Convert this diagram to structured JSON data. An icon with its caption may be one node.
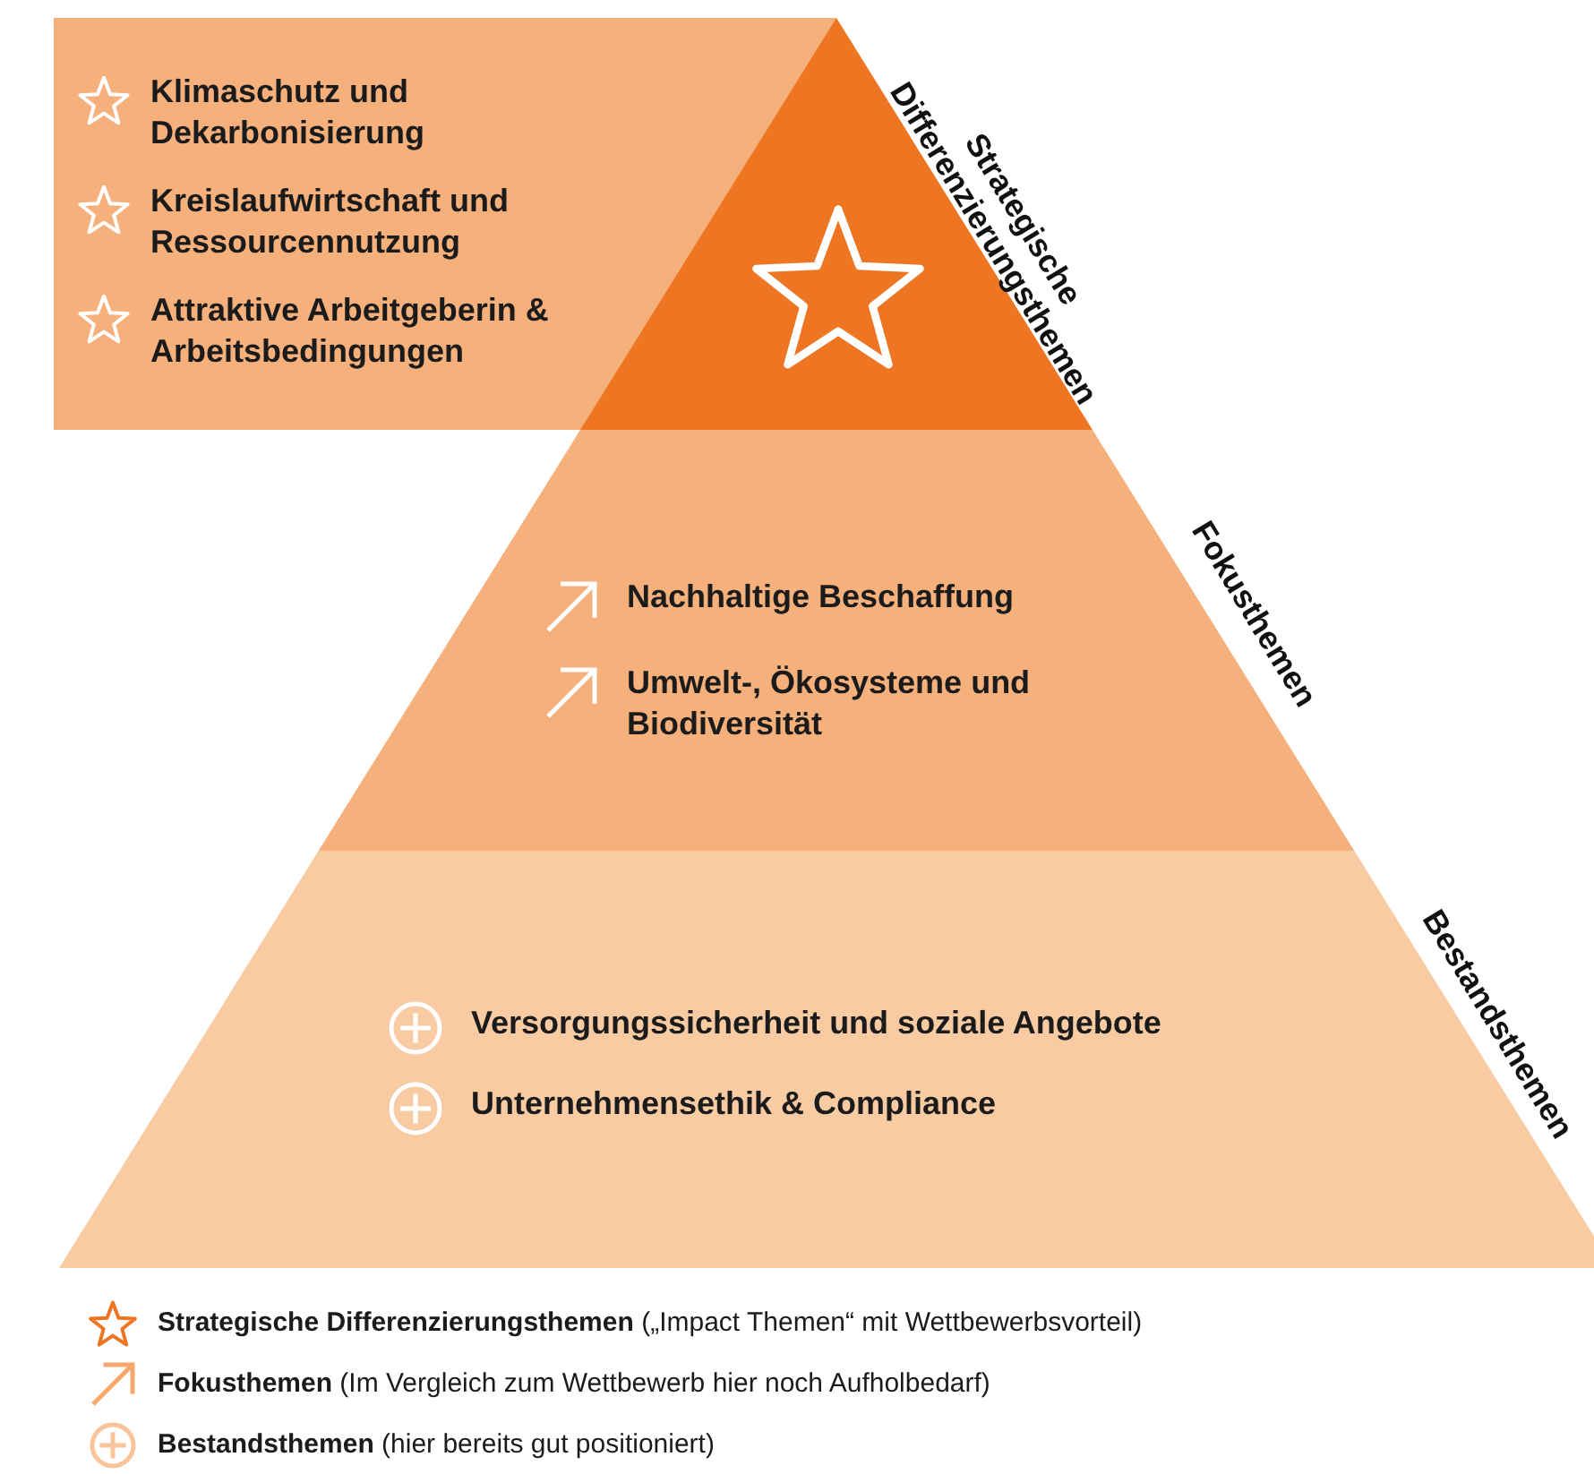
{
  "diagram": {
    "nodes": [
      {
        "text": [
          "Strategische Differenzierungsthemen"
        ]
      },
      {
        "text": [
          "Klimaschutz und Dekarbonisierung",
          "Kreislaufwirtschaft und Ressourcennutzung",
          "Attraktive Arbeitgeberin & Arbeitsbedingungen"
        ]
      },
      {
        "text": [
          "Fokusthemen",
          "Nachhaltige Beschaffung",
          "Umwelt-, Ökosysteme und Biodiversität"
        ]
      },
      {
        "text": [
          "Bestandsthemen",
          "Versorgungssicherheit und soziale Angebote",
          "Unternehmensethik & Compliance"
        ]
      }
    ],
    "edges": [],
    "legend": [
      {
        "text": "**Strategische Differenzierungsthemen** („Impact Themen“ mit Wettbewerbsvorteil)"
      },
      {
        "text": "**Fokusthemen** (Im Vergleich zum Wettbewerb hier noch Aufholbedarf)"
      },
      {
        "text": "**Bestandsthemen** (hier bereits gut positioniert)"
      }
    ]
  }
}
